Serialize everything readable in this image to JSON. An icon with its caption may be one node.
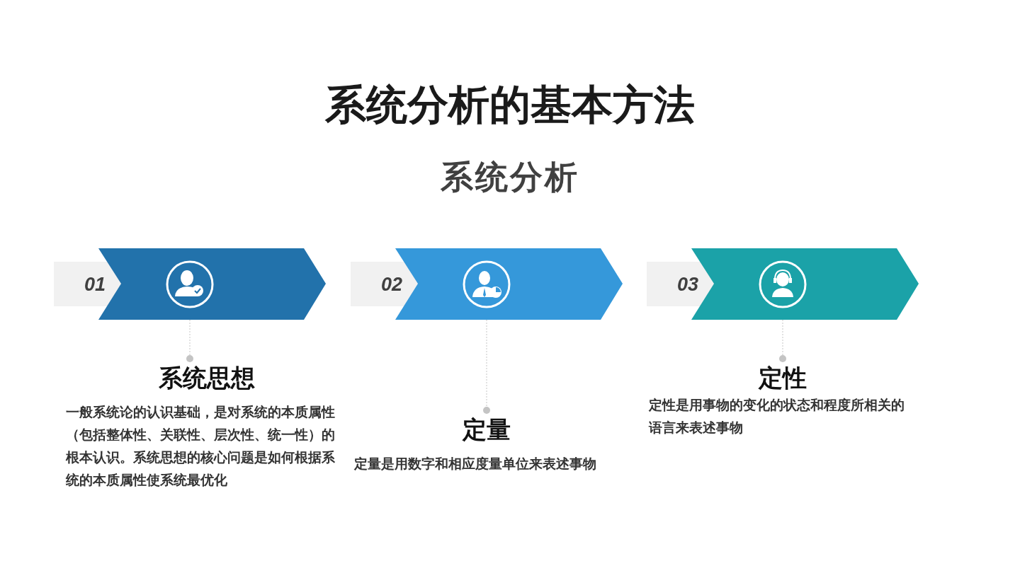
{
  "diagram": {
    "title": "系统分析的基本方法",
    "nodes": [
      {
        "text": [
          "01"
        ]
      },
      {
        "text": [
          "系统思想",
          "一般系统论的认识基础，是对系统的本质属性（包括整体性、关联性、层次性、统一性）的根本认识。系统思想的核心问题是如何根据系统的本质属性使系统最优化"
        ]
      },
      {
        "text": [
          "02"
        ]
      },
      {
        "text": [
          "定量",
          "定量是用数字和相应度量单位来表述事物"
        ]
      },
      {
        "text": [
          "03"
        ]
      },
      {
        "text": [
          "定性",
          "定性是用事物的变化的状态和程度所相关的语言来表述事物"
        ]
      }
    ],
    "edges": [
      {
        "from": 0,
        "to": 1,
        "arrow": "other",
        "style": "dashed"
      },
      {
        "from": 2,
        "to": 3,
        "arrow": "other",
        "style": "dashed"
      },
      {
        "from": 4,
        "to": 5,
        "arrow": "other",
        "style": "dashed"
      }
    ],
    "labels": [
      "系统分析"
    ]
  }
}
